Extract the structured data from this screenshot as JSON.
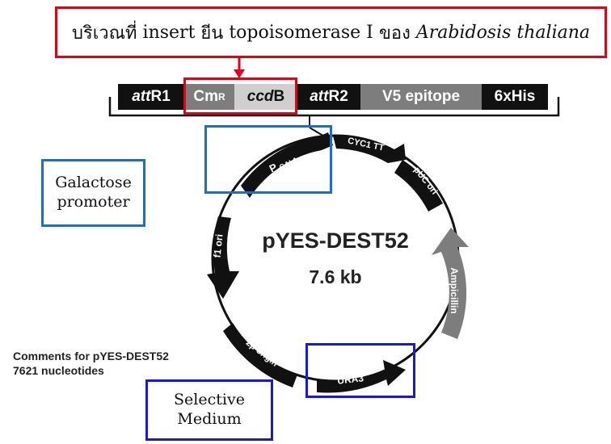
{
  "insert_callout": {
    "thai_prefix": "บริเวณที่",
    "insert_word": "insert",
    "thai_mid": "ยีน",
    "gene": "topoisomerase I",
    "thai_of": "ของ",
    "organism": "Arabidosis thaliana"
  },
  "cassette": {
    "att_r1_italic": "att",
    "att_r1_suffix": "R1",
    "cm_base": "Cm",
    "cm_sup": "R",
    "ccdb_italic": "ccd",
    "ccdb_suffix": "B",
    "att_r2_italic": "att",
    "att_r2_suffix": "R2",
    "v5": "V5 epitope",
    "his": "6xHis"
  },
  "plasmid": {
    "name": "pYES-DEST52",
    "size": "7.6 kb",
    "features": {
      "p_gal1_main": "P",
      "p_gal1_sub": "GAL1",
      "cyc1": "CYC1 TT",
      "puc": "pUC ori",
      "ampicillin": "Ampicillin",
      "ura3": "URA3",
      "two_micron": "2μ origin",
      "f1": "f1 ori"
    }
  },
  "callouts": {
    "galactose_line1": "Galactose",
    "galactose_line2": "promoter",
    "selective_line1": "Selective",
    "selective_line2": "Medium"
  },
  "comments": {
    "line1": "Comments for pYES-DEST52",
    "line2": "7621 nucleotides"
  },
  "colors": {
    "red": "#e2001a",
    "blue": "#1b6fc8",
    "dark_blue": "#1a1ad6",
    "black": "#111111",
    "grey": "#7d7d7d",
    "light_grey": "#cfcfcf"
  }
}
